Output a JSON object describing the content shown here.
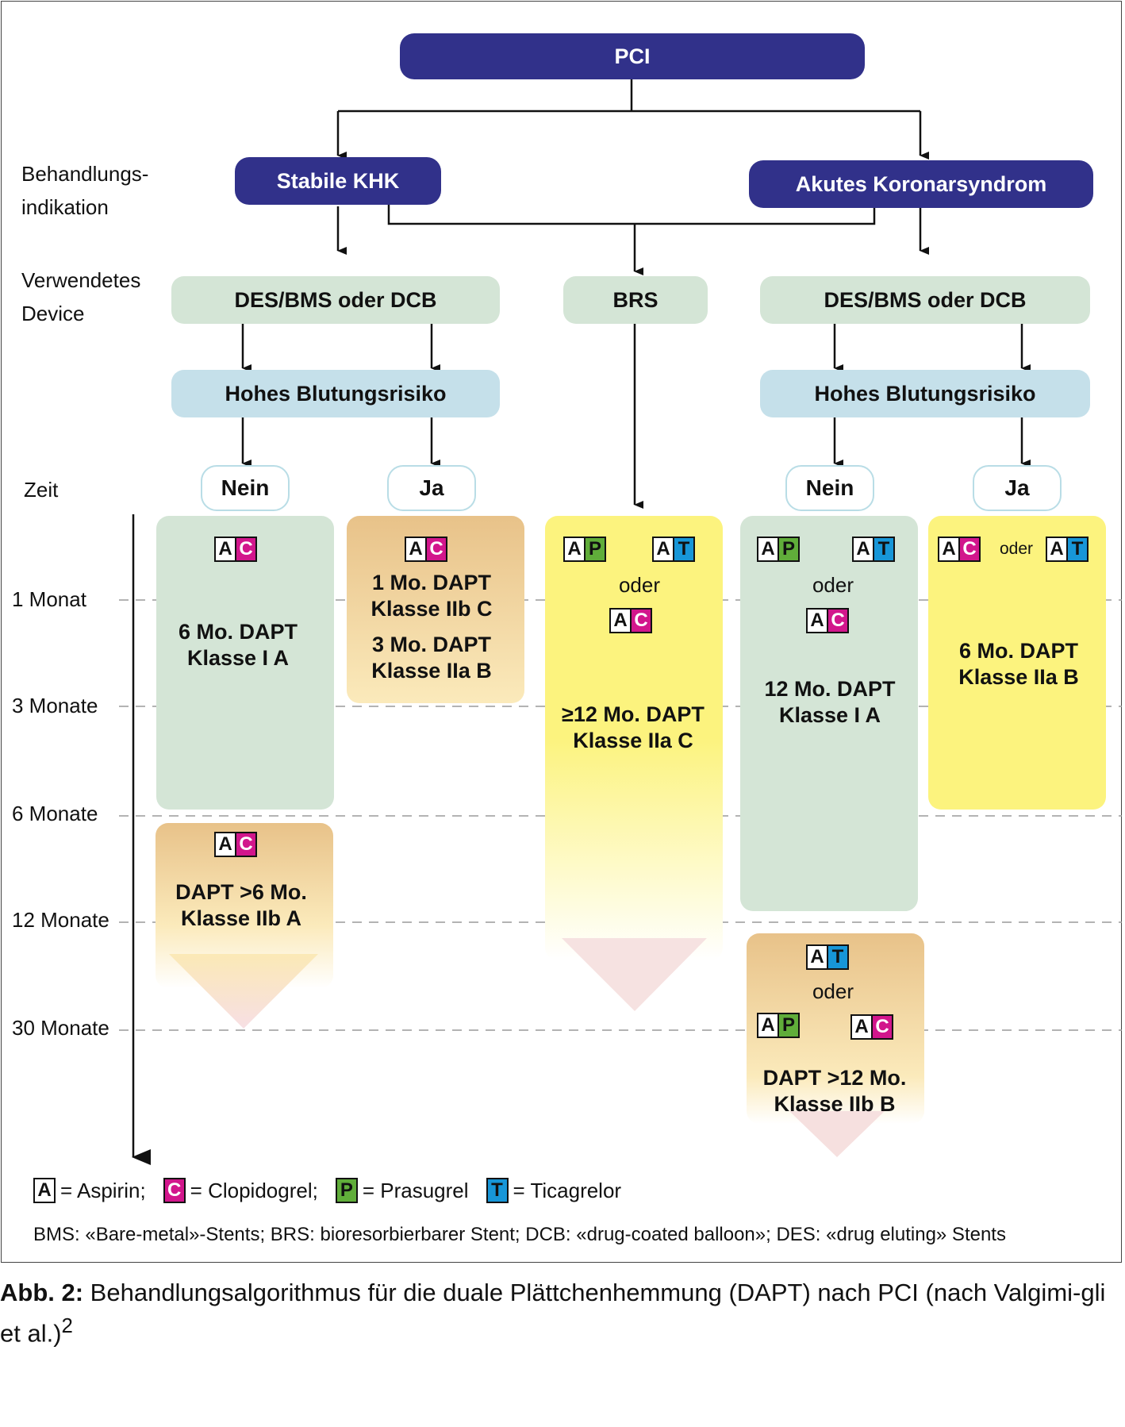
{
  "top": {
    "pci": "PCI"
  },
  "row_labels": {
    "indication": [
      "Behandlungs-",
      "indikation"
    ],
    "device": [
      "Verwendetes",
      "Device"
    ],
    "time": "Zeit"
  },
  "indications": {
    "stable": "Stabile KHK",
    "acs": "Akutes Koronarsyndrom"
  },
  "devices": {
    "left": "DES/BMS oder DCB",
    "center": "BRS",
    "right": "DES/BMS oder DCB"
  },
  "bleeding_risk": {
    "left": "Hohes Blutungsrisiko",
    "right": "Hohes Blutungsrisiko"
  },
  "answers": {
    "left_no": "Nein",
    "left_yes": "Ja",
    "right_no": "Nein",
    "right_yes": "Ja"
  },
  "time_marks": [
    "1 Monat",
    "3 Monate",
    "6 Monate",
    "12 Monate",
    "30 Monate"
  ],
  "drug_letters": {
    "A": "A",
    "C": "C",
    "P": "P",
    "T": "T"
  },
  "or_word": "oder",
  "recommendations": {
    "skhk_no_1": [
      "6 Mo. DAPT",
      "Klasse I A"
    ],
    "skhk_no_2": [
      "DAPT >6 Mo.",
      "Klasse IIb A"
    ],
    "skhk_yes": [
      "1 Mo. DAPT",
      "Klasse IIb C",
      "3 Mo. DAPT",
      "Klasse IIa B"
    ],
    "brs": [
      "≥12 Mo. DAPT",
      "Klasse IIa C"
    ],
    "acs_no_1": [
      "12 Mo. DAPT",
      "Klasse I A"
    ],
    "acs_no_2": [
      "DAPT >12 Mo.",
      "Klasse IIb B"
    ],
    "acs_yes": [
      "6 Mo. DAPT",
      "Klasse IIa B"
    ]
  },
  "legend": [
    {
      "key": "A",
      "label": "= Aspirin;"
    },
    {
      "key": "C",
      "label": "= Clopidogrel;"
    },
    {
      "key": "P",
      "label": "= Prasugrel"
    },
    {
      "key": "T",
      "label": "= Ticagrelor"
    }
  ],
  "abbreviations": "BMS: «Bare-metal»-Stents; BRS: bioresorbierbarer Stent; DCB: «drug-coated balloon»; DES: «drug eluting» Stents",
  "caption": {
    "label": "Abb. 2:",
    "text": " Behandlungsalgorithmus für die duale Plättchenhemmung (DAPT) nach PCI (nach Valgimi-gli et al.)",
    "ref": "2"
  },
  "colors": {
    "navy": "#31318a",
    "green": "#d4e5d6",
    "blue": "#c5e0ea",
    "orange": "#e8c289",
    "yellow": "#fcf37e",
    "aspirin": "#ffffff",
    "clopidogrel": "#d2168c",
    "prasugrel": "#60ad3a",
    "ticagrelor": "#1796d8"
  }
}
